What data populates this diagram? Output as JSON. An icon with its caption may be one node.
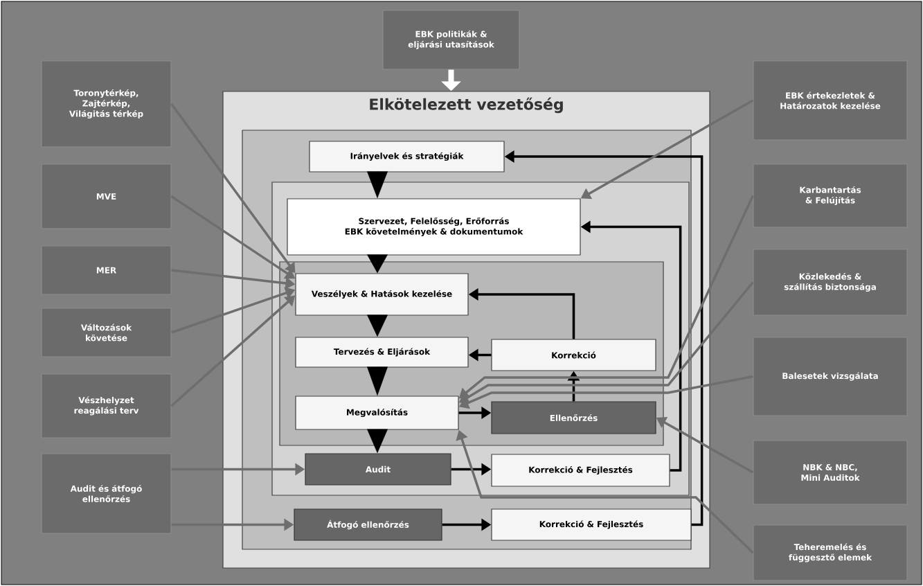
{
  "diagram": {
    "nodes": [
      {
        "text": [
          "EBK politikák & eljárási utasítások"
        ]
      },
      {
        "text": [
          "Elkötelezett vezetőség"
        ]
      },
      {
        "text": [],
        "shape": "box",
        "in": 1
      },
      {
        "text": [
          "Irányelvek és stratégiák"
        ],
        "in": 2
      },
      {
        "text": [],
        "shape": "box",
        "in": 2
      },
      {
        "text": [
          "Szervezet, Felelősség, Erőforrás",
          "EBK követelmények & dokumentumok"
        ],
        "in": 4
      },
      {
        "text": [],
        "shape": "box",
        "in": 4
      },
      {
        "text": [
          "Veszélyek & Hatások kezelése"
        ],
        "in": 6
      },
      {
        "text": [
          "Tervezés & Eljárások"
        ],
        "in": 6
      },
      {
        "text": [
          "Korrekció"
        ],
        "in": 6
      },
      {
        "text": [
          "Megvalósítás"
        ],
        "in": 6
      },
      {
        "text": [
          "Ellenőrzés"
        ],
        "in": 6
      },
      {
        "text": [
          "Audit"
        ],
        "in": 4
      },
      {
        "text": [
          "Korrekció & Fejlesztés"
        ],
        "in": 4
      },
      {
        "text": [
          "Átfogó ellenőrzés"
        ],
        "in": 2
      },
      {
        "text": [
          "Korrekció & Fejlesztés"
        ],
        "in": 2
      },
      {
        "text": [
          "Toronytérkép, Zajtérkép, Világitás térkép"
        ]
      },
      {
        "text": [
          "MVE"
        ]
      },
      {
        "text": [
          "MER"
        ]
      },
      {
        "text": [
          "Változások követése"
        ]
      },
      {
        "text": [
          "Vészhelyzet reagálási terv"
        ]
      },
      {
        "text": [
          "Audit és átfogó ellenőrzés"
        ]
      },
      {
        "text": [
          "EBK értekezletek & Határozatok kezelése"
        ]
      },
      {
        "text": [
          "Karbantartás & Felújítás"
        ]
      },
      {
        "text": [
          "Közlekedés & szállítás biztonsága"
        ]
      },
      {
        "text": [
          "Balesetek vizsgálata"
        ]
      },
      {
        "text": [
          "NBK & NBC, Mini Auditok"
        ]
      },
      {
        "text": [
          "Teheremelés és függesztő elemek"
        ]
      }
    ],
    "edges": [
      {
        "from": 0,
        "to": 1,
        "arrow": "to",
        "style": "thick",
        "color": "#ffffff"
      },
      {
        "from": 3,
        "to": 5,
        "arrow": "to"
      },
      {
        "from": 5,
        "to": 7,
        "arrow": "to"
      },
      {
        "from": 7,
        "to": 8,
        "arrow": "to"
      },
      {
        "from": 8,
        "to": 10,
        "arrow": "to"
      },
      {
        "from": 10,
        "to": 12,
        "arrow": "to"
      },
      {
        "from": 10,
        "to": 11,
        "arrow": "to"
      },
      {
        "from": 11,
        "to": 9,
        "arrow": "to"
      },
      {
        "from": 9,
        "to": 7,
        "arrow": "to"
      },
      {
        "from": 9,
        "to": 8,
        "arrow": "to"
      },
      {
        "from": 12,
        "to": 13,
        "arrow": "to"
      },
      {
        "from": 13,
        "to": 5,
        "arrow": "to"
      },
      {
        "from": 14,
        "to": 15,
        "arrow": "to"
      },
      {
        "from": 15,
        "to": 3,
        "arrow": "to"
      },
      {
        "from": 16,
        "to": 7,
        "arrow": "to",
        "color": "#6e6e6e"
      },
      {
        "from": 17,
        "to": 7,
        "arrow": "to",
        "color": "#6e6e6e"
      },
      {
        "from": 18,
        "to": 7,
        "arrow": "to",
        "color": "#6e6e6e"
      },
      {
        "from": 19,
        "to": 7,
        "arrow": "to",
        "color": "#6e6e6e"
      },
      {
        "from": 20,
        "to": 7,
        "arrow": "to",
        "color": "#6e6e6e"
      },
      {
        "from": 21,
        "to": 12,
        "arrow": "to",
        "color": "#6e6e6e"
      },
      {
        "from": 21,
        "to": 14,
        "arrow": "to",
        "color": "#6e6e6e"
      },
      {
        "from": 22,
        "to": 5,
        "arrow": "to",
        "color": "#6e6e6e"
      },
      {
        "from": 23,
        "to": 10,
        "arrow": "to",
        "color": "#6e6e6e"
      },
      {
        "from": 24,
        "to": 10,
        "arrow": "to",
        "color": "#6e6e6e"
      },
      {
        "from": 25,
        "to": 10,
        "arrow": "to",
        "color": "#6e6e6e"
      },
      {
        "from": 26,
        "to": 11,
        "arrow": "to",
        "color": "#6e6e6e"
      },
      {
        "from": 27,
        "to": 10,
        "arrow": "to",
        "color": "#6e6e6e"
      }
    ]
  }
}
